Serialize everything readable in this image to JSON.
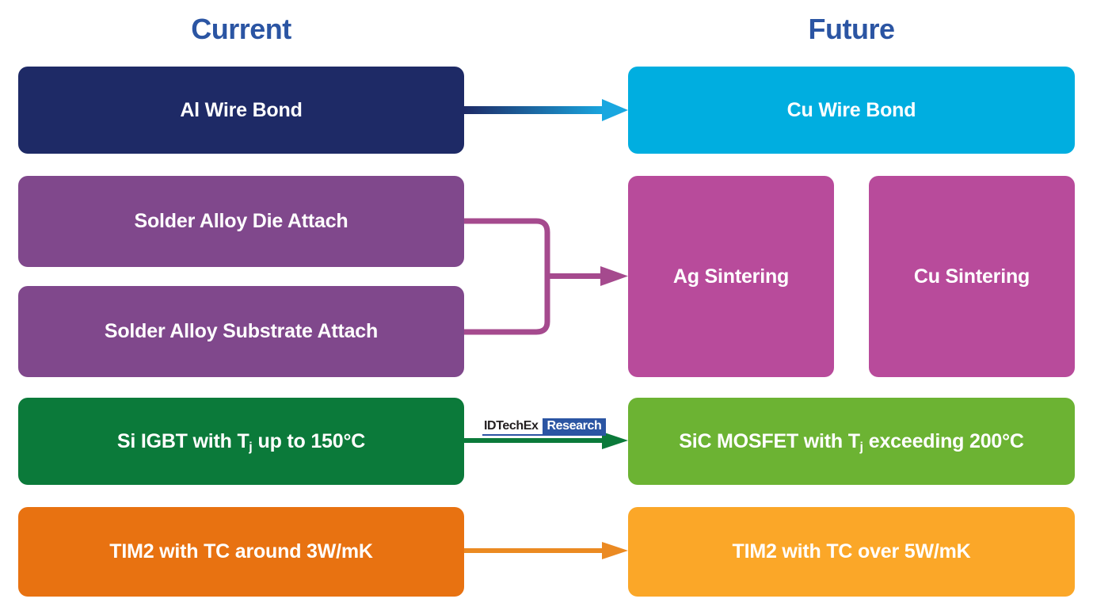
{
  "columns": {
    "left_title": "Current",
    "right_title": "Future"
  },
  "theme": {
    "header_color": "#2b55a3",
    "background": "#ffffff",
    "row1_current": "#1e2a66",
    "row1_future": "#00aee0",
    "row2_current": "#80488c",
    "row2_future": "#b84b9b",
    "row3_current": "#0b7a3a",
    "row3_future": "#6cb333",
    "row4_current": "#e87211",
    "row4_future": "#fba728"
  },
  "rows": [
    {
      "id": "wire-bond",
      "current": [
        {
          "label": "Al Wire Bond"
        }
      ],
      "future": [
        {
          "label": "Cu Wire Bond"
        }
      ],
      "connector": "straight-arrow"
    },
    {
      "id": "die-attach",
      "current": [
        {
          "label": "Solder Alloy Die Attach"
        },
        {
          "label": "Solder Alloy Substrate Attach"
        }
      ],
      "future": [
        {
          "label": "Ag Sintering"
        },
        {
          "label": "Cu Sintering"
        }
      ],
      "connector": "merge-bracket-arrow"
    },
    {
      "id": "switch",
      "current": [
        {
          "label_prefix": "Si IGBT with T",
          "label_sub": "j",
          "label_suffix": " up to 150°C"
        }
      ],
      "future": [
        {
          "label_prefix": "SiC MOSFET with T",
          "label_sub": "j",
          "label_suffix": " exceeding 200°C"
        }
      ],
      "connector": "straight-arrow"
    },
    {
      "id": "tim2",
      "current": [
        {
          "label": "TIM2 with TC around 3W/mK"
        }
      ],
      "future": [
        {
          "label": "TIM2 with TC over 5W/mK"
        }
      ],
      "connector": "straight-arrow"
    }
  ],
  "watermark": {
    "brand": "IDTechEx",
    "product": "Research"
  }
}
